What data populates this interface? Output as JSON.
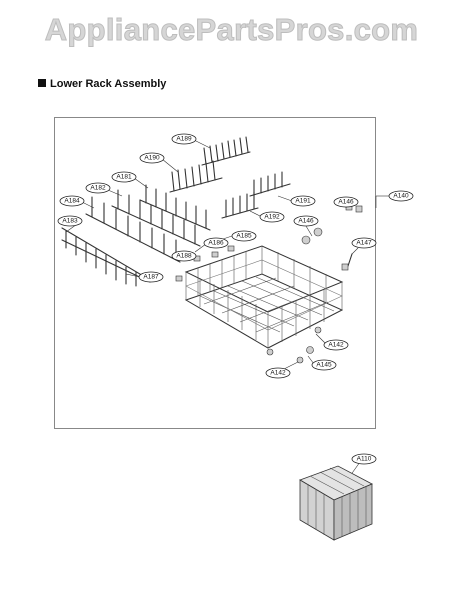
{
  "watermark": {
    "text": "AppliancePartsPros.com"
  },
  "section": {
    "title": "Lower Rack Assembly"
  },
  "callouts": [
    {
      "id": "A189",
      "label": "A189"
    },
    {
      "id": "A190",
      "label": "A190"
    },
    {
      "id": "A181",
      "label": "A181"
    },
    {
      "id": "A182",
      "label": "A182"
    },
    {
      "id": "A184",
      "label": "A184"
    },
    {
      "id": "A183",
      "label": "A183"
    },
    {
      "id": "A187",
      "label": "A187"
    },
    {
      "id": "A186",
      "label": "A186"
    },
    {
      "id": "A185",
      "label": "A185"
    },
    {
      "id": "A188",
      "label": "A188"
    },
    {
      "id": "A191",
      "label": "A191"
    },
    {
      "id": "A192",
      "label": "A192"
    },
    {
      "id": "A146a",
      "label": "A146"
    },
    {
      "id": "A146b",
      "label": "A146"
    },
    {
      "id": "A140",
      "label": "A140"
    },
    {
      "id": "A147",
      "label": "A147"
    },
    {
      "id": "A142a",
      "label": "A142"
    },
    {
      "id": "A145",
      "label": "A145"
    },
    {
      "id": "A142b",
      "label": "A142"
    },
    {
      "id": "A110",
      "label": "A110"
    }
  ]
}
